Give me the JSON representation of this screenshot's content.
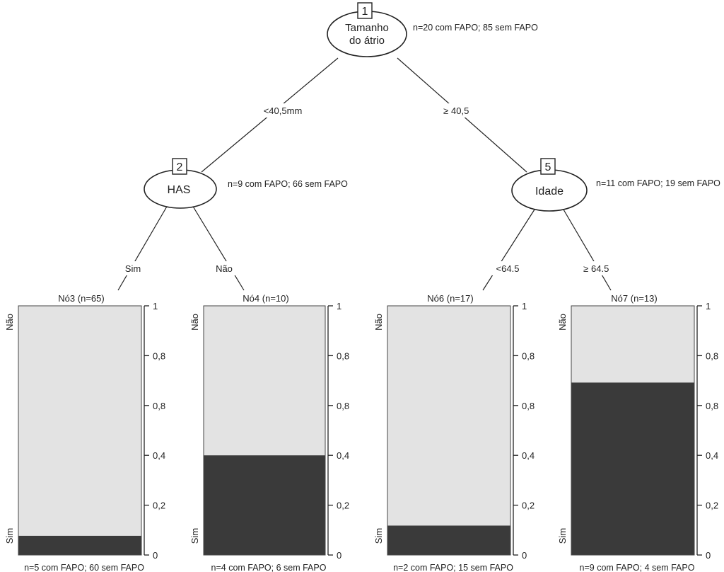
{
  "tree": {
    "root": {
      "id": "1",
      "label_lines": [
        "Tamanho",
        "do átrio"
      ],
      "stats": "n=20 com FAPO; 85 sem FAPO"
    },
    "edges": {
      "root_left": "<40,5mm",
      "root_right_sym": "≥",
      "root_right": "40,5",
      "has_left": "Sim",
      "has_right": "Não",
      "idade_left": "<64.5",
      "idade_right_sym": "≥",
      "idade_right": "64.5"
    },
    "node2": {
      "id": "2",
      "label": "HAS",
      "stats": "n=9 com FAPO; 66 sem FAPO"
    },
    "node5": {
      "id": "5",
      "label": "Idade",
      "stats": "n=11 com FAPO; 19 sem FAPO"
    }
  },
  "chart_data": {
    "type": "bar",
    "stacked": true,
    "ylim": [
      0,
      1
    ],
    "yticks": [
      "0",
      "0,2",
      "0,4",
      "0,8",
      "0,8",
      "1"
    ],
    "ylabel_bottom": "Sim",
    "ylabel_top": "Não",
    "series": [
      {
        "name": "Sim",
        "color": "#3a3a3a",
        "values": [
          0.077,
          0.4,
          0.118,
          0.692
        ]
      },
      {
        "name": "Não",
        "color": "#e3e3e3",
        "values": [
          0.923,
          0.6,
          0.882,
          0.308
        ]
      }
    ],
    "panels": [
      {
        "title": "Nó3 (n=65)",
        "footer": "n=5 com FAPO; 60 sem FAPO",
        "sim": 0.077
      },
      {
        "title": "Nó4 (n=10)",
        "footer": "n=4 com FAPO; 6 sem FAPO",
        "sim": 0.4
      },
      {
        "title": "Nó6 (n=17)",
        "footer": "n=2 com FAPO; 15 sem FAPO",
        "sim": 0.118
      },
      {
        "title": "Nó7 (n=13)",
        "footer": "n=9 com FAPO; 4 sem FAPO",
        "sim": 0.692
      }
    ]
  }
}
